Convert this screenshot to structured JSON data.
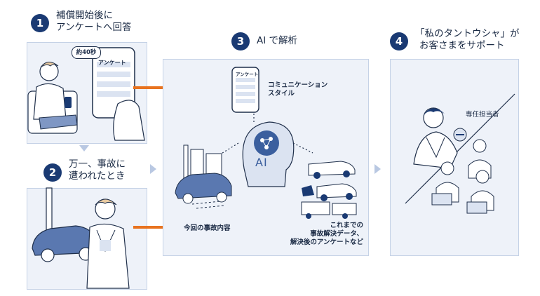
{
  "steps": [
    {
      "number": "1",
      "title_line1": "補償開始後に",
      "title_line2": "アンケートへ回答"
    },
    {
      "number": "2",
      "title_line1": "万一、事故に",
      "title_line2": "遭われたとき"
    },
    {
      "number": "3",
      "title_line1": "AI で解析",
      "title_line2": ""
    },
    {
      "number": "4",
      "title_line1": "「私のタントウシャ」が",
      "title_line2": "お客さまをサポート"
    }
  ],
  "phone": {
    "time_badge": "約40秒",
    "screen_title": "アンケート"
  },
  "analysis": {
    "phone_screen_title": "アンケート",
    "comm_style_line1": "コミュニケーション",
    "comm_style_line2": "スタイル",
    "ai_label": "AI",
    "accident_details": "今回の事故内容",
    "past_data_line1": "これまでの",
    "past_data_line2": "事故解決データ、",
    "past_data_line3": "解決後のアンケートなど"
  },
  "support": {
    "staff_label": "専任担当者"
  },
  "colors": {
    "navy": "#1a3a73",
    "orange": "#e8731f",
    "panel_bg": "#eef2f9",
    "panel_border": "#c5d2e6",
    "ai_blue": "#3b5f9e"
  }
}
